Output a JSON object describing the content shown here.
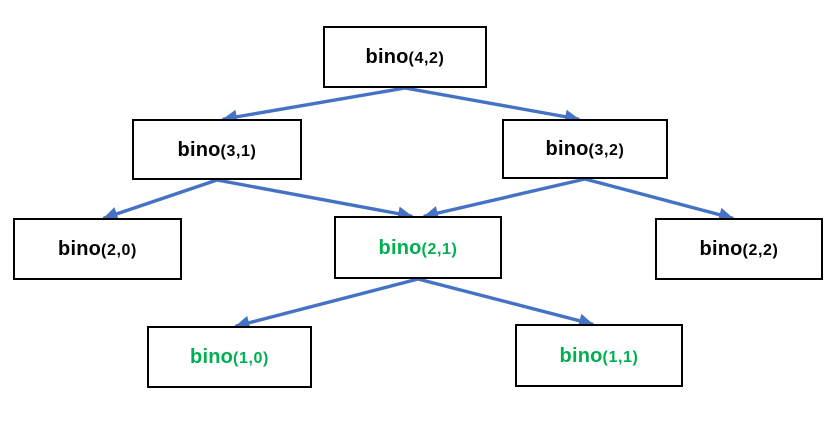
{
  "diagram": {
    "description": "recursion-tree"
  },
  "colors": {
    "arrow": "#4472C4",
    "box_border": "#000000",
    "text_default": "#000000",
    "text_highlight": "#00B050",
    "background": "#ffffff"
  },
  "nodes": [
    {
      "id": "bino-4-2",
      "func": "bino",
      "args": "(4,2)",
      "highlighted": false
    },
    {
      "id": "bino-3-1",
      "func": "bino",
      "args": "(3,1)",
      "highlighted": false
    },
    {
      "id": "bino-3-2",
      "func": "bino",
      "args": "(3,2)",
      "highlighted": false
    },
    {
      "id": "bino-2-0",
      "func": "bino",
      "args": "(2,0)",
      "highlighted": false
    },
    {
      "id": "bino-2-1",
      "func": "bino",
      "args": "(2,1)",
      "highlighted": true
    },
    {
      "id": "bino-2-2",
      "func": "bino",
      "args": "(2,2)",
      "highlighted": false
    },
    {
      "id": "bino-1-0",
      "func": "bino",
      "args": "(1,0)",
      "highlighted": true
    },
    {
      "id": "bino-1-1",
      "func": "bino",
      "args": "(1,1)",
      "highlighted": true
    }
  ],
  "edges": [
    {
      "from": "bino-4-2",
      "to": "bino-3-1"
    },
    {
      "from": "bino-4-2",
      "to": "bino-3-2"
    },
    {
      "from": "bino-3-1",
      "to": "bino-2-0"
    },
    {
      "from": "bino-3-1",
      "to": "bino-2-1"
    },
    {
      "from": "bino-3-2",
      "to": "bino-2-1"
    },
    {
      "from": "bino-3-2",
      "to": "bino-2-2"
    },
    {
      "from": "bino-2-1",
      "to": "bino-1-0"
    },
    {
      "from": "bino-2-1",
      "to": "bino-1-1"
    }
  ]
}
